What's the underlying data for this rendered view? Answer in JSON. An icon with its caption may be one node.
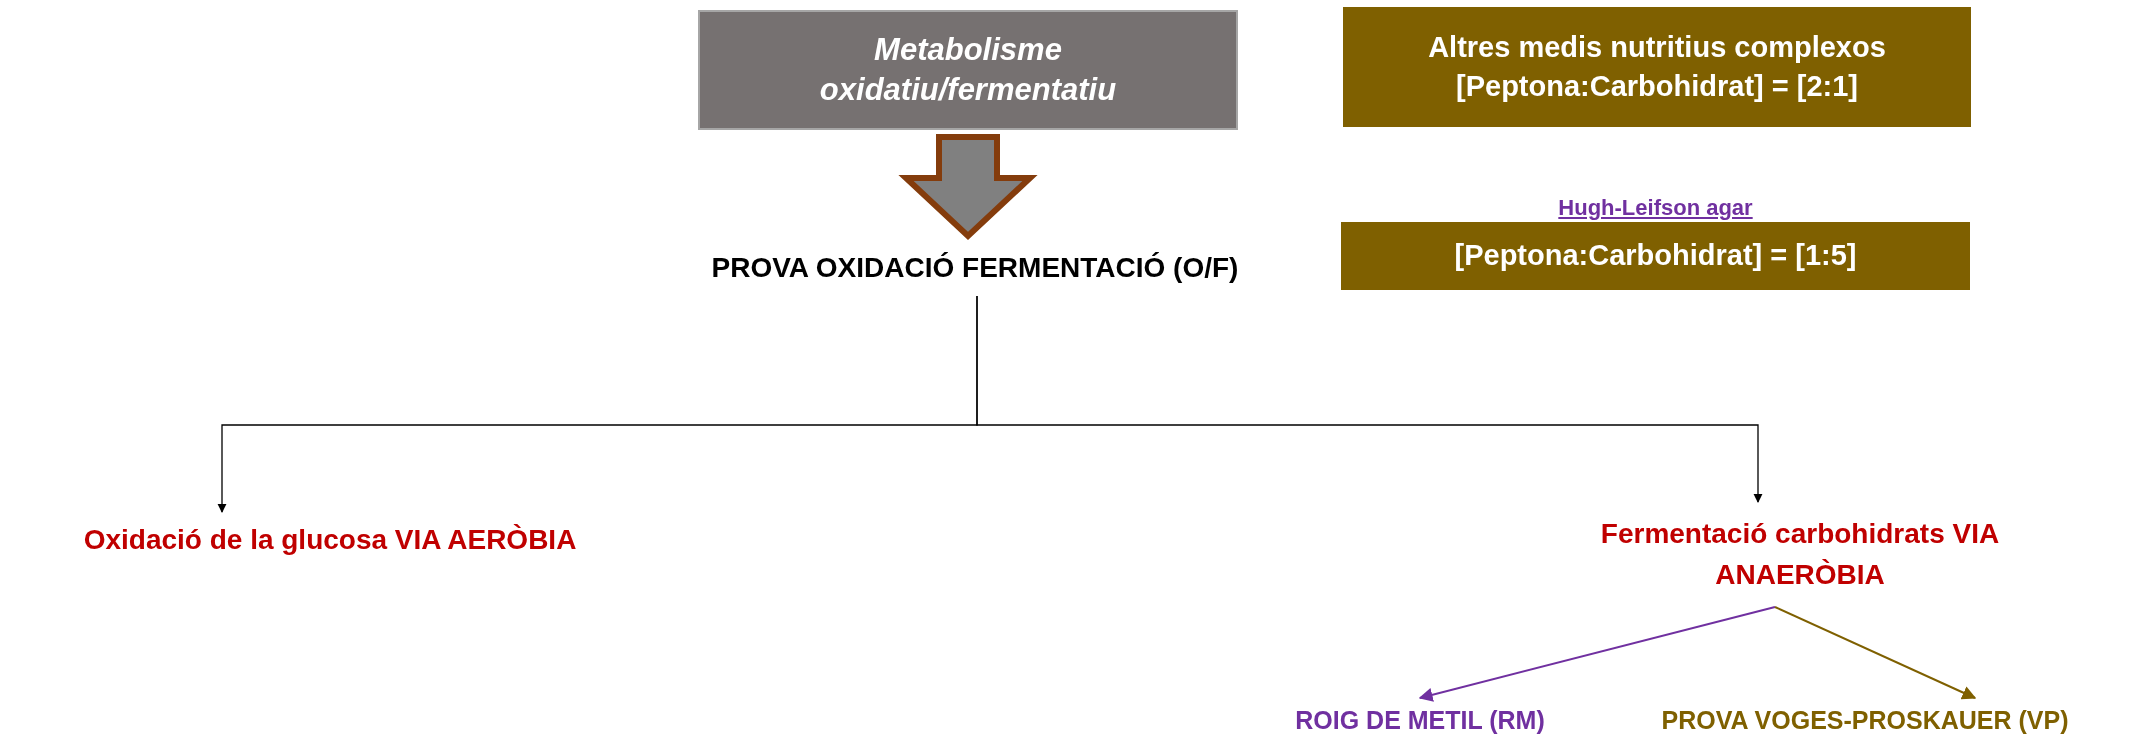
{
  "diagram": {
    "nodes": [
      {
        "text": [
          "Metabolisme oxidatiu/fermentatiu"
        ]
      },
      {
        "text": [
          "Altres medis nutritius complexos [Peptona:Carbohidrat] = [2:1]"
        ]
      },
      {
        "text": [
          "PROVA OXIDACIÓ FERMENTACIÓ (O/F)"
        ]
      },
      {
        "text": [
          "Hugh-Leifson agar",
          "[Peptona:Carbohidrat] = [1:5]"
        ]
      },
      {
        "text": [
          "Oxidació de la glucosa VIA AERÒBIA"
        ]
      },
      {
        "text": [
          "Fermentació carbohidrats VIA ANAERÒBIA"
        ]
      },
      {
        "text": [
          "ROIG DE METIL (RM)"
        ]
      },
      {
        "text": [
          "PROVA VOGES-PROSKAUER (VP)"
        ]
      }
    ],
    "edges": [
      {
        "from": 0,
        "to": 2,
        "arrow": "to",
        "style": "thick",
        "color": "#843c0c"
      },
      {
        "from": 2,
        "to": 4,
        "arrow": "to"
      },
      {
        "from": 2,
        "to": 5,
        "arrow": "to"
      },
      {
        "from": 5,
        "to": 6,
        "arrow": "to",
        "color": "#7030a0"
      },
      {
        "from": 5,
        "to": 7,
        "arrow": "to",
        "color": "#7f6000"
      }
    ]
  }
}
